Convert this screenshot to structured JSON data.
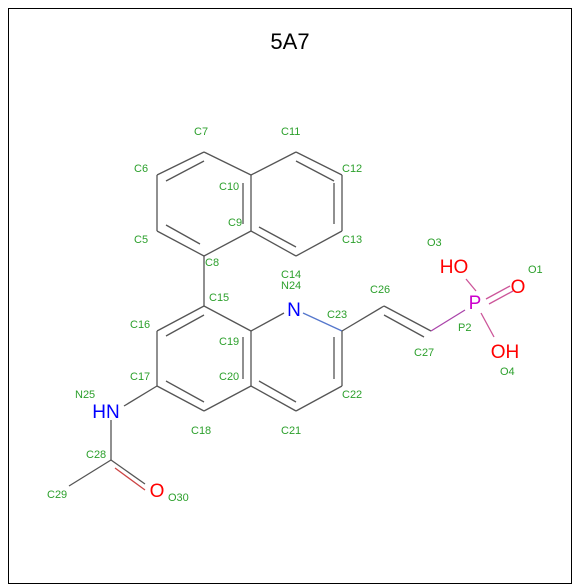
{
  "title": "5A7",
  "colors": {
    "bond": "#555555",
    "carbon_label": "#2ca02c",
    "nitrogen": "#0000ff",
    "oxygen": "#ff0000",
    "phosphorus": "#cc00cc"
  },
  "atom_labels": {
    "C5": "C5",
    "C6": "C6",
    "C7": "C7",
    "C8": "C8",
    "C9": "C9",
    "C10": "C10",
    "C11": "C11",
    "C12": "C12",
    "C13": "C13",
    "C14": "C14",
    "N24": "N24",
    "C15": "C15",
    "C16": "C16",
    "C17": "C17",
    "C18": "C18",
    "C19": "C19",
    "C20": "C20",
    "C21": "C21",
    "C22": "C22",
    "C23": "C23",
    "C26": "C26",
    "C27": "C27",
    "P2": "P2",
    "O1": "O1",
    "O3": "O3",
    "O4": "O4",
    "N25": "N25",
    "C28": "C28",
    "C29": "C29",
    "O30": "O30"
  },
  "heteroatoms": {
    "N": "N",
    "HN": "HN",
    "P": "P",
    "HO": "HO",
    "OH": "OH",
    "O_double": "O",
    "O_amide": "O"
  }
}
